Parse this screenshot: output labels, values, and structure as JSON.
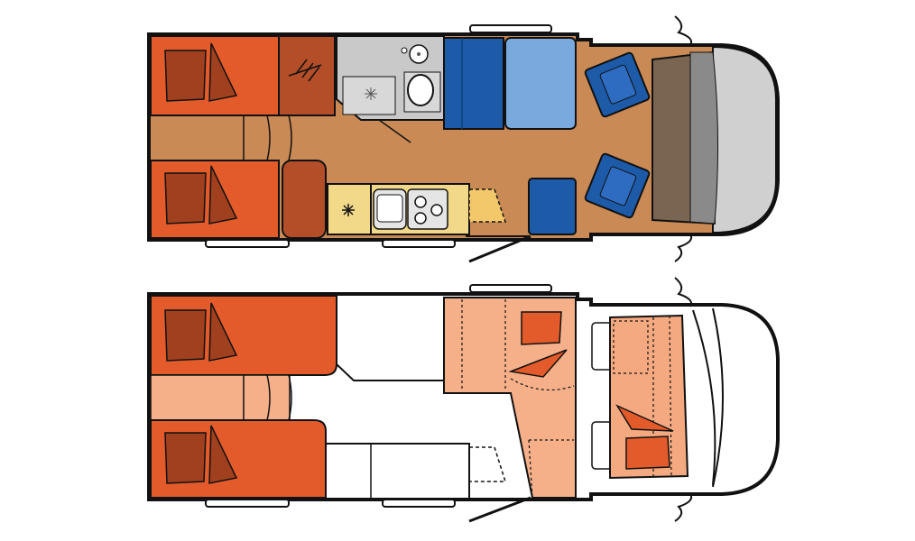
{
  "diagram": {
    "type": "motorhome-floor-plan",
    "layouts": [
      {
        "id": "day-layout",
        "description_visible": false
      },
      {
        "id": "night-layout",
        "description_visible": false
      }
    ],
    "icons": {
      "freezer": "snowflake-icon",
      "shower_drain": "drain-icon"
    },
    "colors": {
      "outline": "#111111",
      "bed_orange": "#e35b2b",
      "pillow_brown": "#a1401e",
      "floor_tan": "#c98a55",
      "kitchen_yellow": "#f2d98a",
      "bathroom_grey": "#c9c9c9",
      "seat_dark_blue": "#1d5aa8",
      "table_light_blue": "#7aa9dd",
      "dash_brown": "#7a6552",
      "windshield_grey": "#8a8a8a",
      "cab_grey": "#d0d0d0",
      "night_bed_light": "#f4a980",
      "night_bunk_light": "#f6b089",
      "white": "#ffffff"
    }
  }
}
